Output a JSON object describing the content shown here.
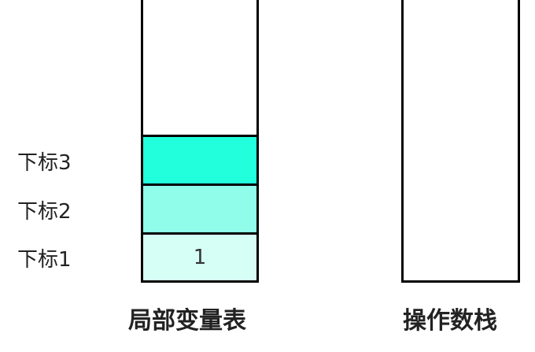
{
  "local_variable_table": {
    "title": "局部变量表",
    "slots": [
      {
        "label": "下标3",
        "value": "",
        "color": "#22ffdc"
      },
      {
        "label": "下标2",
        "value": "",
        "color": "#8ffdea"
      },
      {
        "label": "下标1",
        "value": "1",
        "color": "#d6fff5"
      }
    ]
  },
  "operand_stack": {
    "title": "操作数栈"
  }
}
